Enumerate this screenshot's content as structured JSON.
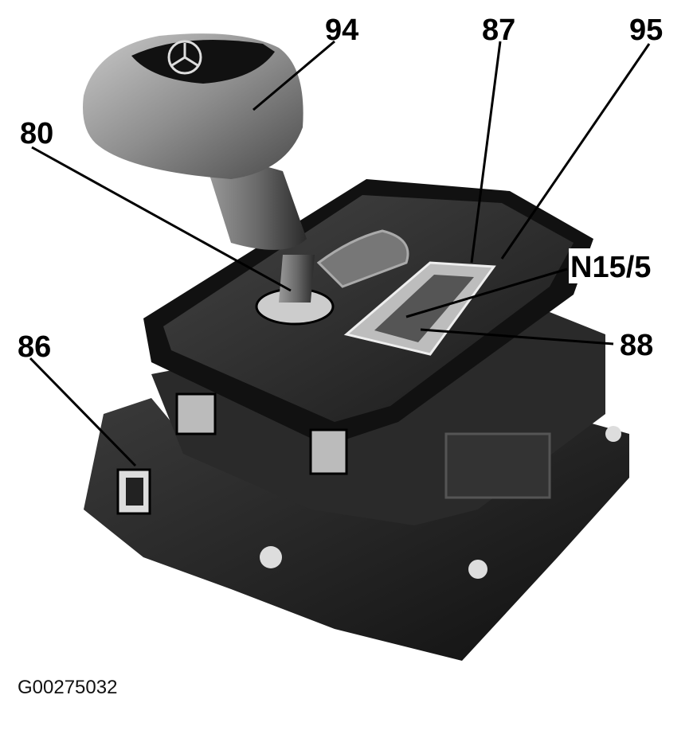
{
  "figure": {
    "figure_id": "G00275032",
    "callouts": [
      {
        "id": "94",
        "label": "94"
      },
      {
        "id": "87",
        "label": "87"
      },
      {
        "id": "95",
        "label": "95"
      },
      {
        "id": "80",
        "label": "80"
      },
      {
        "id": "N15/5",
        "label": "N15/5"
      },
      {
        "id": "86",
        "label": "86"
      },
      {
        "id": "88",
        "label": "88"
      }
    ]
  }
}
